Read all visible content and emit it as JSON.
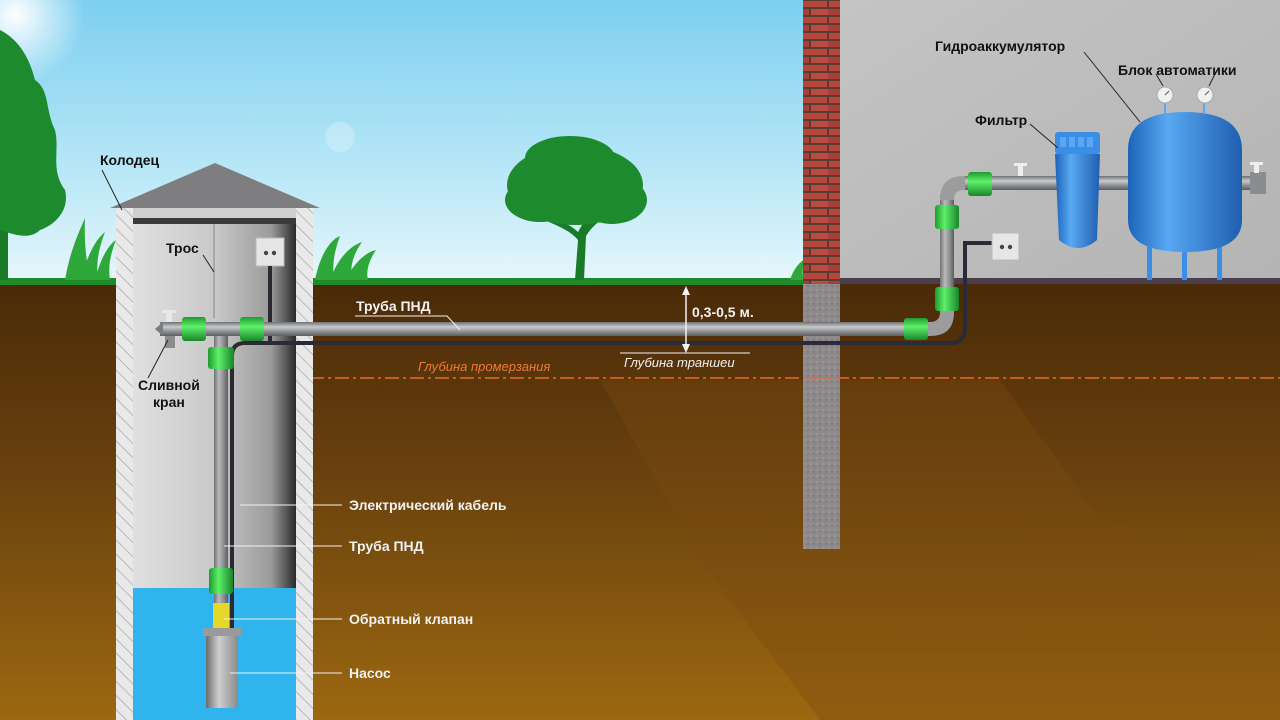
{
  "diagram": {
    "title": "Well water supply scheme",
    "labels": {
      "well": "Колодец",
      "cable_rope": "Трос",
      "drain_tap_line1": "Сливной",
      "drain_tap_line2": "кран",
      "pipe_pnd_horizontal": "Труба ПНД",
      "depth_range": "0,3-0,5 м.",
      "freezing_depth": "Глубина промерзания",
      "trench_depth": "Глубина траншеи",
      "electric_cable": "Электрический кабель",
      "pipe_pnd_vertical": "Труба ПНД",
      "check_valve": "Обратный клапан",
      "pump": "Насос",
      "hydroaccumulator": "Гидроаккумулятор",
      "automation_block": "Блок автоматики",
      "filter": "Фильтр"
    },
    "colors": {
      "sky_top": "#8fd6f2",
      "sky_bottom": "#e6f6fb",
      "grass": "#1f8a2a",
      "soil_top": "#4e2c08",
      "soil_bottom": "#9a6410",
      "pipe_gray": "#8c8e90",
      "fitting_green": "#3ad24a",
      "water_blue": "#2fb4ee",
      "tank_blue": "#3a8ee6",
      "brick_red": "#b0463a",
      "freeze_line": "#e86a2a",
      "house_wall": "#bdbdbd"
    }
  }
}
